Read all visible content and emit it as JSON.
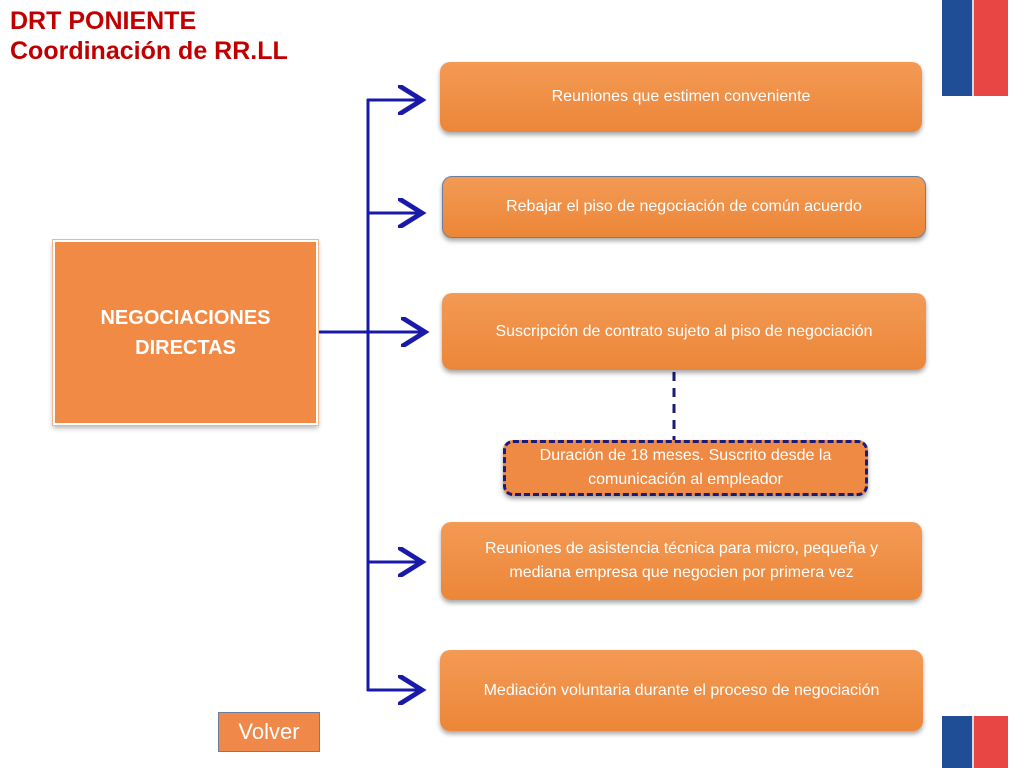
{
  "header": {
    "line1": "DRT PONIENTE",
    "line2": "Coordinación de RR.LL"
  },
  "diagram": {
    "root": {
      "line1": "NEGOCIACIONES",
      "line2": "DIRECTAS"
    },
    "branches": [
      {
        "label": "Reuniones que estimen conveniente"
      },
      {
        "label": "Rebajar el piso de negociación de común acuerdo"
      },
      {
        "label": "Suscripción de contrato sujeto al piso de negociación"
      },
      {
        "label": "Reuniones de asistencia técnica para micro, pequeña y mediana empresa que negocien por primera vez"
      },
      {
        "label": "Mediación voluntaria durante el proceso de negociación"
      }
    ],
    "sub_note": {
      "label": "Duración de 18 meses. Suscrito desde la comunicación al empleador"
    }
  },
  "nav": {
    "back_label": "Volver"
  },
  "colors": {
    "title": "#c00000",
    "box_fill": "#f08a45",
    "connector": "#1a1aa8",
    "flag_blue": "#1f4e96",
    "flag_red": "#e84545"
  }
}
